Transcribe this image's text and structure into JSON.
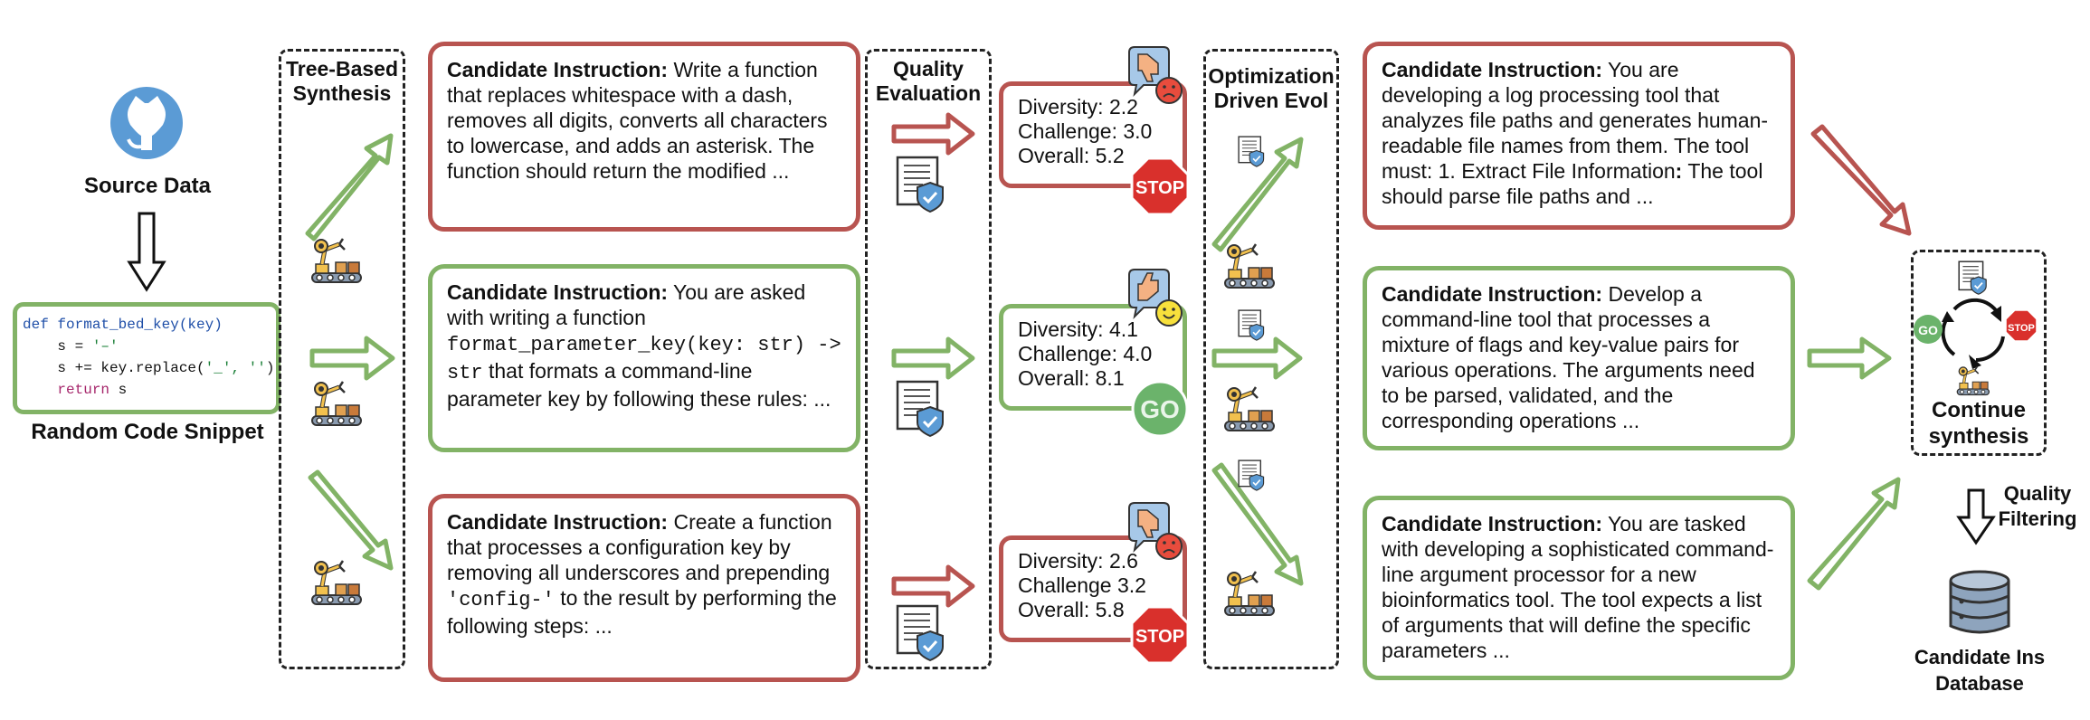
{
  "source": {
    "label": "Source Data",
    "icon": "github-icon"
  },
  "code_snippet": {
    "label": "Random Code Snippet",
    "lines": [
      {
        "a": "def ",
        "b": "format_bed_key(key)",
        "c": "",
        "d": ""
      },
      {
        "a": "    s = ",
        "b": "",
        "c": "'–'",
        "d": ""
      },
      {
        "a": "    s += key.replace(",
        "b": "",
        "c": "'_', ''",
        "d": ")"
      },
      {
        "a": "    ",
        "b": "return",
        "c": "",
        "d": " s"
      }
    ]
  },
  "columns": {
    "tree": "Tree-Based\nSynthesis",
    "quality": "Quality\nEvaluation",
    "evol": "Optimization\nDriven Evol"
  },
  "candidates": [
    {
      "prefix": "Candidate Instruction:",
      "text": " Write a function that replaces whitespace with a dash, removes all digits, converts all characters to lowercase, and adds an asterisk. The function should return the modified ..."
    },
    {
      "prefix": "Candidate Instruction:",
      "text1": " You are asked with writing a function ",
      "code1": "format_parameter_key(key: str) -> str",
      "text2": " that formats a command-line parameter key by following these rules: ..."
    },
    {
      "prefix": "Candidate Instruction:",
      "text1": " Create a function that processes a configuration key by removing all underscores and prepending ",
      "code1": "'config-'",
      "text2": " to the result by performing the following steps: ..."
    }
  ],
  "scores": [
    {
      "diversity": "Diversity: 2.2",
      "challenge": "Challenge: 3.0",
      "overall": "Overall: 5.2",
      "badge": "STOP",
      "feedback": "thumbs-down-icon"
    },
    {
      "diversity": "Diversity: 4.1",
      "challenge": "Challenge: 4.0",
      "overall": "Overall: 8.1",
      "badge": "GO",
      "feedback": "thumbs-up-icon"
    },
    {
      "diversity": "Diversity: 2.6",
      "challenge": "Challenge 3.2",
      "overall": "Overall: 5.8",
      "badge": "STOP",
      "feedback": "thumbs-down-icon"
    }
  ],
  "evolved": [
    {
      "prefix": "Candidate Instruction:",
      "text": " You are developing a log processing tool that analyzes file paths and generates human-readable file names from them. The tool must: 1. Extract File Information",
      "bold2": ":",
      "text2": " The tool should parse file paths and ..."
    },
    {
      "prefix": "Candidate Instruction:",
      "text": " Develop a command-line tool that processes a mixture of flags and key-value pairs for various operations. The arguments need to be parsed, validated, and the corresponding operations ..."
    },
    {
      "prefix": "Candidate Instruction:",
      "text": " You are tasked with developing a sophisticated command-line argument processor for a new bioinformatics tool. The tool expects a list of arguments that will define the specific parameters ..."
    }
  ],
  "continue": {
    "label": "Continue\nsynthesis",
    "go": "GO",
    "stop": "STOP"
  },
  "filtering": {
    "label": "Quality\nFiltering"
  },
  "database": {
    "label": "Candidate Ins\nDatabase"
  },
  "colors": {
    "red": "#b85450",
    "green": "#82b366",
    "stop_red": "#d9302c",
    "go_green": "#6bb36b",
    "blue_icon": "#2c6fb0"
  }
}
